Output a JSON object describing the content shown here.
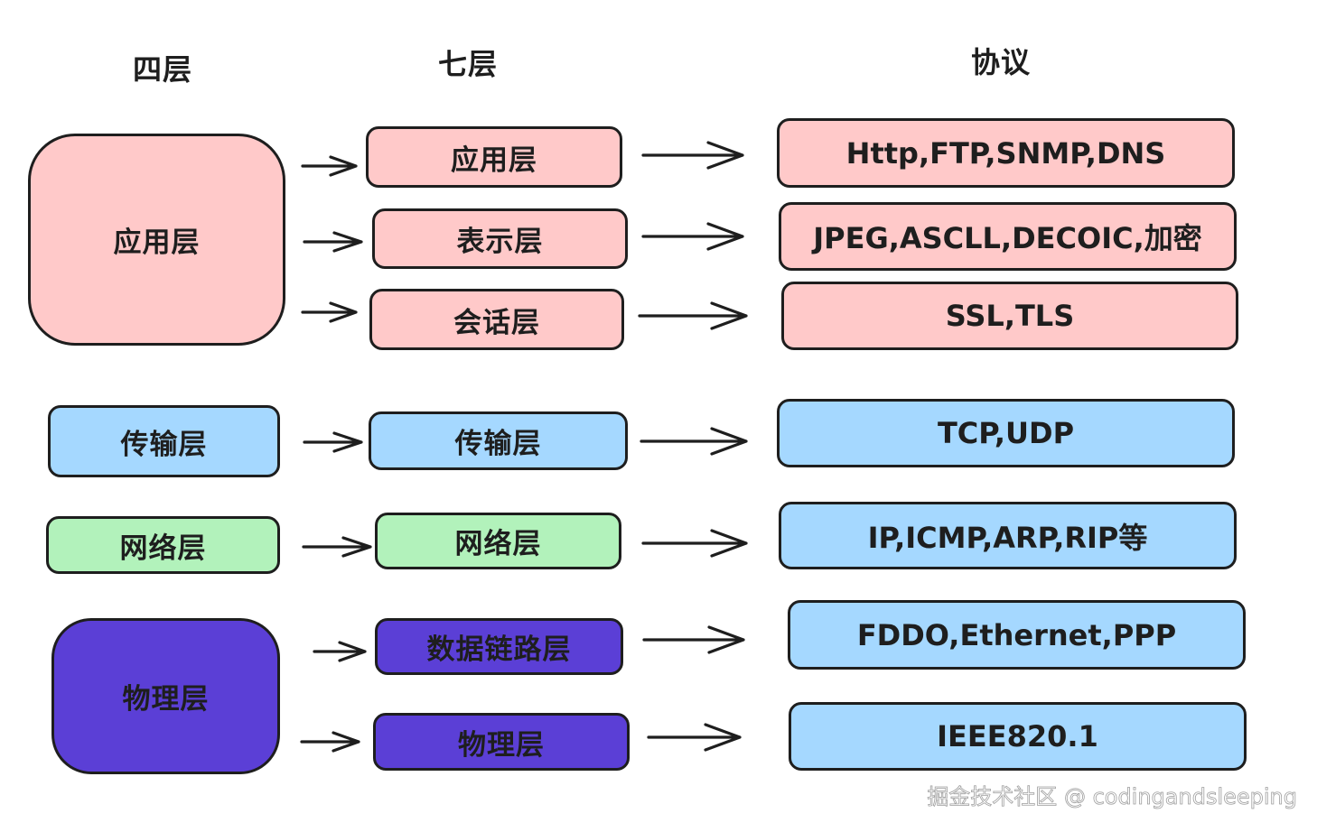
{
  "headers": {
    "four_layer": "四层",
    "seven_layer": "七层",
    "protocol": "协议"
  },
  "four_layer": {
    "application": "应用层",
    "transport": "传输层",
    "network": "网络层",
    "physical": "物理层"
  },
  "seven_layer": {
    "application": "应用层",
    "presentation": "表示层",
    "session": "会话层",
    "transport": "传输层",
    "network": "网络层",
    "data_link": "数据链路层",
    "physical": "物理层"
  },
  "protocols": {
    "application": "Http,FTP,SNMP,DNS",
    "presentation": "JPEG,ASCLL,DECOIC,加密",
    "session": "SSL,TLS",
    "transport": "TCP,UDP",
    "network": "IP,ICMP,ARP,RIP等",
    "data_link": "FDDO,Ethernet,PPP",
    "physical": "IEEE820.1"
  },
  "watermark": "掘金技术社区 @ codingandsleeping",
  "colors": {
    "pink": "#ffc9c9",
    "blue": "#a5d8ff",
    "green": "#b2f2bb",
    "purple": "#5b3fd6",
    "stroke": "#1e1e1e"
  }
}
